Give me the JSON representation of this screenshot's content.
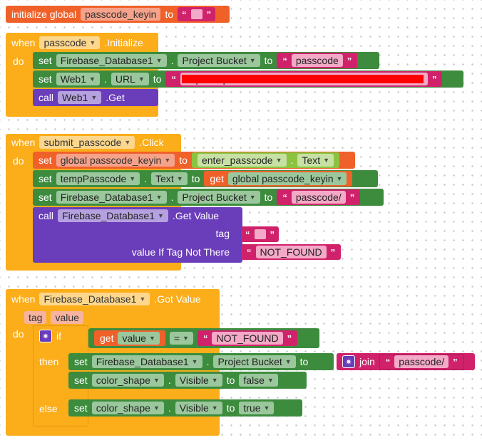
{
  "global_var": {
    "initialize": "initialize global",
    "name": "passcode_keyin",
    "to": "to",
    "quote_open": "“",
    "quote_close": "”"
  },
  "event1": {
    "when": "when",
    "component": "passcode",
    "event": ".Initialize",
    "do": "do",
    "s1": {
      "set": "set",
      "comp": "Firebase_Database1",
      "prop": "Project Bucket",
      "to": "to",
      "value": "passcode"
    },
    "s2": {
      "set": "set",
      "comp": "Web1",
      "prop": "URL",
      "to": "to",
      "value": "https://...passcode..."
    },
    "s3": {
      "call": "call",
      "comp": "Web1",
      "method": ".Get"
    }
  },
  "event2": {
    "when": "when",
    "component": "submit_passcode",
    "event": ".Click",
    "do": "do",
    "s1": {
      "set": "set",
      "var": "global passcode_keyin",
      "to": "to",
      "comp": "enter_passcode",
      "prop": "Text"
    },
    "s2": {
      "set": "set",
      "comp": "tempPasscode",
      "prop": "Text",
      "to": "to",
      "get": "get",
      "var": "global passcode_keyin"
    },
    "s3": {
      "set": "set",
      "comp": "Firebase_Database1",
      "prop": "Project Bucket",
      "to": "to",
      "value": "passcode/"
    },
    "s4": {
      "call": "call",
      "comp": "Firebase_Database1",
      "method": ".Get Value",
      "tag": "tag",
      "vitnt": "value If Tag Not There",
      "notfound": "NOT_FOUND"
    }
  },
  "event3": {
    "when": "when",
    "component": "Firebase_Database1",
    "event": ".Got Value",
    "p1": "tag",
    "p2": "value",
    "do": "do",
    "if": "if",
    "get": "get",
    "getvar": "value",
    "eq": "=",
    "cmp": "NOT_FOUND",
    "then": "then",
    "t1": {
      "set": "set",
      "comp": "Firebase_Database1",
      "prop": "Project Bucket",
      "to": "to",
      "join": "join",
      "value": "passcode/"
    },
    "t2": {
      "set": "set",
      "comp": "color_shape",
      "prop": "Visible",
      "to": "to",
      "value": "false"
    },
    "else": "else",
    "e1": {
      "set": "set",
      "comp": "color_shape",
      "prop": "Visible",
      "to": "to",
      "value": "true"
    }
  },
  "colors": {
    "event": "#fbad1a",
    "component": "#3d8c3e",
    "variable": "#f0612a",
    "text": "#d0226b",
    "method": "#6a3dba",
    "control": "#fbad1a"
  }
}
